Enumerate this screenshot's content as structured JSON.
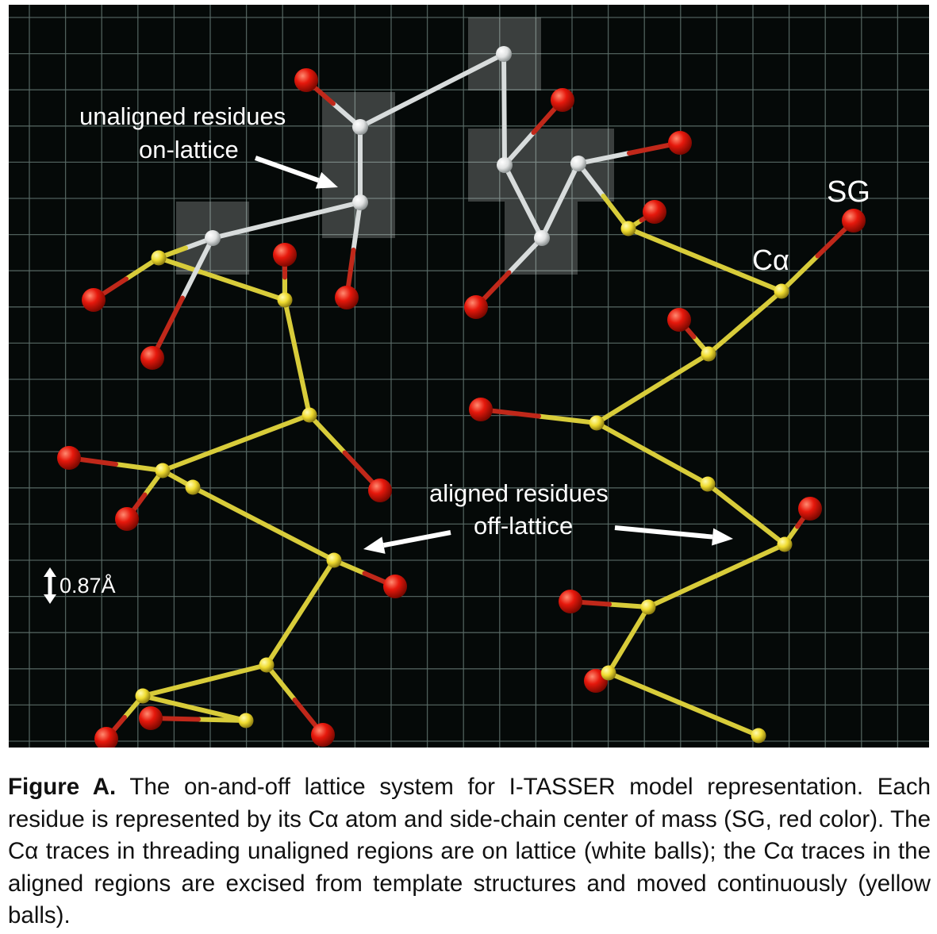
{
  "figure": {
    "labels": {
      "unaligned_line1": "unaligned residues",
      "unaligned_line2": "on-lattice",
      "aligned_line1": "aligned residues",
      "aligned_line2": "off-lattice",
      "sg": "SG",
      "ca": "Cα",
      "scale": "0.87Å"
    },
    "colors": {
      "background": "#050908",
      "grid": "#5c6e6a",
      "lattice_cell": "#ffffff",
      "white_bond": "#d8dcdc",
      "white_ball": "#e6e8e8",
      "yellow_bond": "#d8cc3a",
      "yellow_ball": "#f0dc30",
      "red_bond": "#c0281a",
      "red_ball": "#e6180c"
    }
  },
  "caption": {
    "label": "Figure A.",
    "text": " The on-and-off lattice system for I-TASSER model representation. Each residue is represented by its Cα atom and side-chain center of mass (SG, red color). The Cα traces in threading unaligned regions are on lattice (white balls); the Cα traces in the aligned regions are excised from template structures and moved continuously (yellow balls)."
  }
}
